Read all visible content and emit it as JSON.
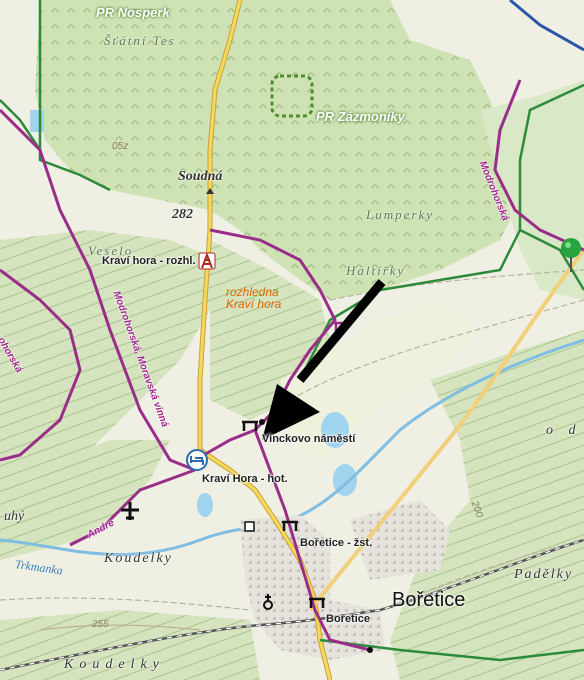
{
  "colors": {
    "background": "#f2f1e6",
    "forest": "#c9deae",
    "vineyard": "#d9e6c6",
    "meadow": "#eaf1d7",
    "trail_purple": "#9b2d8a",
    "trail_green": "#2d8a3a",
    "road_yellow": "#e7c84d",
    "water": "#9fd3ee",
    "arrow": "#000000",
    "urban": "#d7d5d0"
  },
  "labels": {
    "reserve_top": "PR Nosperk",
    "forest_top": "Šťátní Tes",
    "reserve_mid": "PR Zázmoníky",
    "locality_soudna": "Soudná",
    "peak_elevation": "282",
    "forest_lumperky": "Lumperky",
    "forest_veselo": "Veselo",
    "forest_haltirky": "Haltířky",
    "contour_top": "05z",
    "route_modrohorska_right": "Modrohorská",
    "route_modrohorska_left": "ohorská",
    "route_moravska": "Modrohorská, Moravská vinná",
    "route_andre": "Andre",
    "stop_kravi_hora_rozhl": "Kraví hora - rozhl.",
    "poi_rozhledna": "rozhledna\nKraví hora",
    "stop_vinckovo": "Vinckovo náměstí",
    "stop_kravi_hora_hot": "Kraví Hora - hot.",
    "stop_boretice_zst": "Bořetice - žst.",
    "stop_boretice": "Bořetice",
    "town_boretice": "Bořetice",
    "locality_koudelky_1": "Koudelky",
    "locality_koudelky_2": "Koudelky",
    "locality_padelky": "Padělky",
    "locality_od": "o d",
    "locality_uhy": "uhý",
    "water_trkmanka": "Trkmanka",
    "contour_200": "200",
    "contour_255": "255"
  },
  "icons": {
    "tower": "observation-tower-icon",
    "hotel": "hotel-icon",
    "bus": "bus-stop-icon",
    "rail": "railway-stop-icon",
    "airfield": "airfield-icon",
    "church": "church-icon",
    "pin": "green-pin-icon",
    "arrow": "pointer-arrow"
  }
}
